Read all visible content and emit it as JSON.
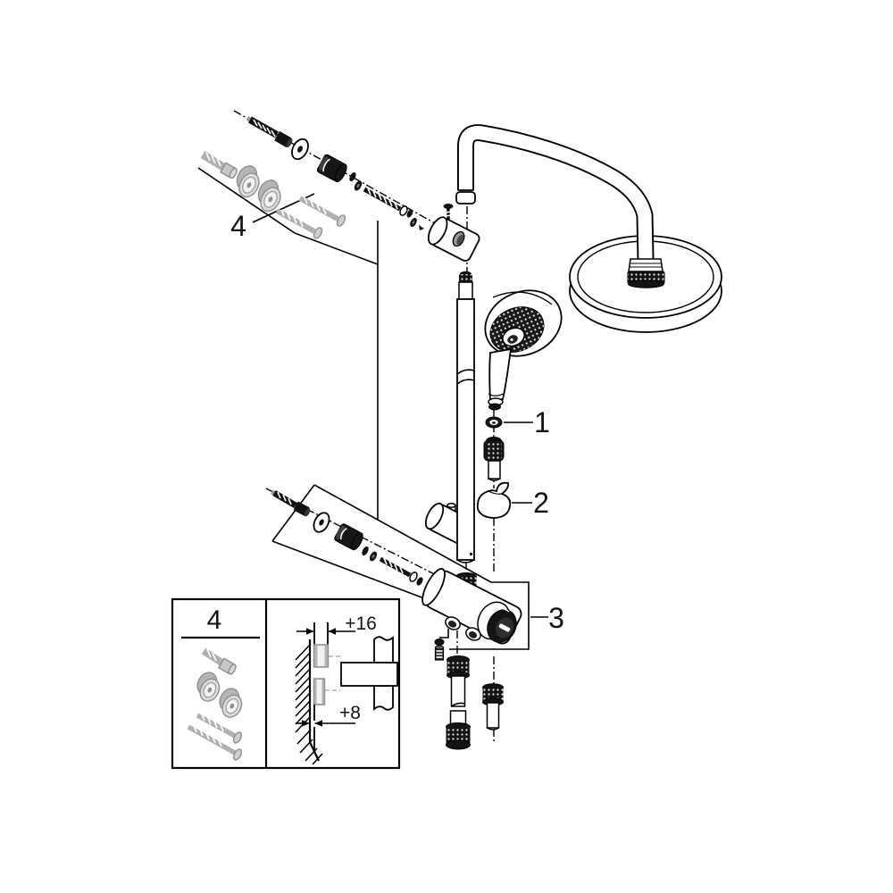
{
  "diagram": {
    "background": "#ffffff",
    "ink": "#000000",
    "accessory_gray": "#b0b0b0",
    "callouts": {
      "hand_shower_seal": "1",
      "shower_holder": "2",
      "diverter_valve": "3",
      "mounting_kit": "4"
    },
    "inset": {
      "kit_label": "4",
      "wall_offset_top": "+16",
      "wall_offset_bottom": "+8"
    }
  }
}
